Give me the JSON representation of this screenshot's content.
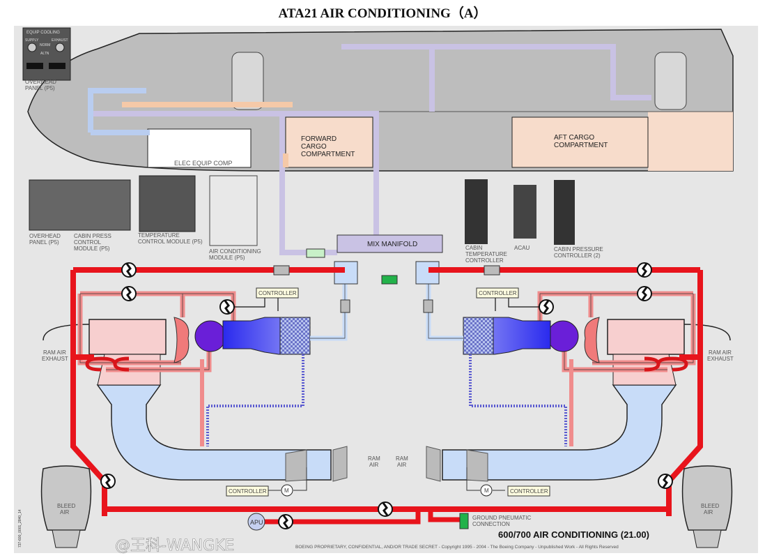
{
  "title": "ATA21 AIR CONDITIONING（A）",
  "panels": {
    "equip_cooling": {
      "title": "EQUIP COOLING",
      "supply": "SUPPLY",
      "exhaust": "EXHAUST",
      "norm": "NORM",
      "altn": "ALTN"
    },
    "overhead_top": [
      "OVERHEAD",
      "PANEL (P5)"
    ],
    "overhead_bottom": [
      "OVERHEAD",
      "PANEL (P5)"
    ],
    "cabin_press_module": [
      "CABIN PRESS",
      "CONTROL",
      "MODULE (P5)"
    ],
    "temp_control_module": [
      "TEMPERATURE",
      "CONTROL MODULE (P5)"
    ],
    "air_cond_module": [
      "AIR CONDITIONING",
      "MODULE (P5)"
    ],
    "cabin_temp_controller": [
      "CABIN",
      "TEMPERATURE",
      "CONTROLLER"
    ],
    "acau": "ACAU",
    "cabin_pressure_controller": [
      "CABIN PRESSURE",
      "CONTROLLER (2)"
    ]
  },
  "compartments": {
    "forward_cargo": [
      "FORWARD",
      "CARGO",
      "COMPARTMENT"
    ],
    "aft_cargo": [
      "AFT CARGO",
      "COMPARTMENT"
    ],
    "elec_equip": "ELEC EQUIP COMP"
  },
  "mix_manifold": "MIX MANIFOLD",
  "controller": "CONTROLLER",
  "motor": "M",
  "ram_air_exhaust": [
    "RAM AIR",
    "EXHAUST"
  ],
  "ram_air": [
    "RAM",
    "AIR"
  ],
  "bleed_air": [
    "BLEED",
    "AIR"
  ],
  "apu": "APU",
  "ground_pneumatic": [
    "GROUND PNEUMATIC",
    "CONNECTION"
  ],
  "diagram_title": "600/700 AIR CONDITIONING (21.00)",
  "copyright": "BOEING PROPRIETARY, CONFIDENTIAL, AND/OR TRADE SECRET - Copyright 1995 - 2004 - The Boeing Company - Unpublished Work - All Rights Reserved",
  "side_code": "737-600_0001_2840_14",
  "watermark": "@王科-WANGKE",
  "colors": {
    "bleed": "#e8141c",
    "hot_pink": "#f08c8c",
    "ram_blue": "#c8dcf8",
    "cold_blue": "#3c3cf0",
    "distribution": "#c9c2e4",
    "fuselage": "#bdbdbd",
    "cargo": "#f7dccb",
    "background": "#e6e6e6"
  }
}
